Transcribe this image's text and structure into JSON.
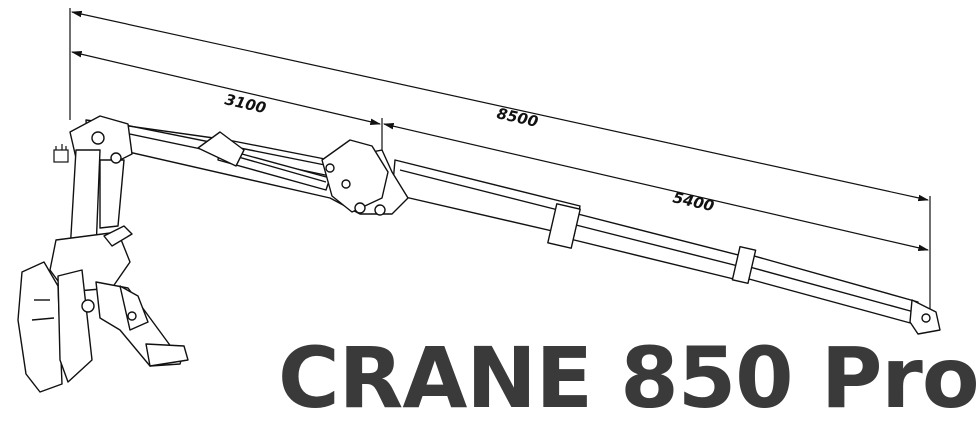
{
  "title": "CRANE 850 Pro",
  "dimensions": {
    "reach_total": "8500",
    "reach_inner": "3100",
    "reach_outer": "5400"
  },
  "colors": {
    "line": "#111111",
    "title": "#3a3a3a",
    "background": "#ffffff"
  }
}
